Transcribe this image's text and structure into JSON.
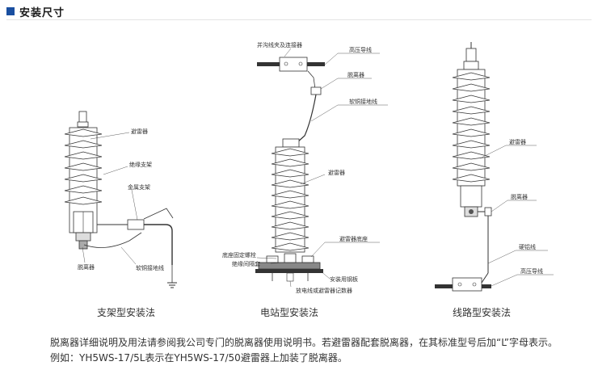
{
  "section": {
    "title": "安装尺寸"
  },
  "diagrams": [
    {
      "caption": "支架型安装法",
      "labels": {
        "arrester": "避雷器",
        "insulating_bracket": "绝缘支架",
        "metal_bracket": "金属支架",
        "disconnector": "脱离器",
        "ground_wire": "软铜接地线"
      }
    },
    {
      "caption": "电站型安装法",
      "labels": {
        "clamp": "并沟线夹及连接器",
        "hv_line": "高压导线",
        "disconnector": "脱离器",
        "ground_wire": "软铜接地线",
        "arrester": "避雷器",
        "base": "避雷器底座",
        "fix_bolt": "底座固定螺栓",
        "insulating_bushing": "绝缘间隔套",
        "mounting_plate": "安装用钢板",
        "counter": "放电线或避雷器记数器"
      }
    },
    {
      "caption": "线路型安装法",
      "labels": {
        "arrester": "避雷器",
        "disconnector": "脱离器",
        "jumper": "硬铝线",
        "hv_line": "高压导线"
      }
    }
  ],
  "notes": {
    "line1": "脱离器详细说明及用法请参阅我公司专门的脱离器使用说明书。若避雷器配套脱离器，在其标准型号后加“L”字母表示。",
    "line2": "例如：YH5WS-17/5L表示在YH5WS-17/50避雷器上加装了脱离器。"
  }
}
